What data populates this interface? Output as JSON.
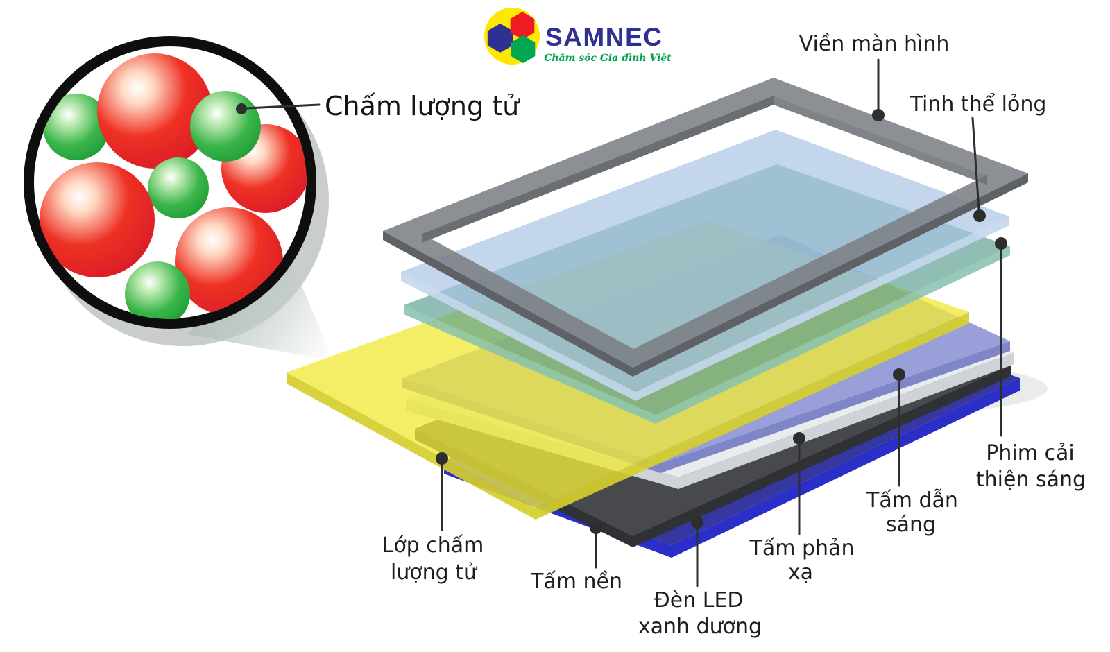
{
  "logo": {
    "brand": "SAMNEC",
    "tagline": "Chăm sóc Gia đình Việt",
    "brand_color": "#2e3192",
    "tagline_color": "#00a14b",
    "badge_circle": "#ffe800",
    "hex_red": "#ed1c24",
    "hex_blue": "#2e3192",
    "hex_green": "#00a651"
  },
  "magnifier": {
    "label": "Chấm lượng tử",
    "ring_color": "#0e0e0e",
    "red": "#ee3124",
    "green": "#3ab54a",
    "red_dot_count": 4,
    "green_dot_count": 4
  },
  "layers": [
    {
      "name": "vien-man-hinh",
      "label_lines": [
        "Viền màn hình"
      ],
      "top": "#7c7f84",
      "side": "#5e6165",
      "wall": "#6a6d72"
    },
    {
      "name": "tinh-the-long",
      "label_lines": [
        "Tinh thể lỏng"
      ],
      "top": "#a6c2e3",
      "side": "#c4d7ee"
    },
    {
      "name": "phim-cai-thien-sang",
      "label_lines": [
        "Phim cải",
        "thiện sáng"
      ],
      "top": "#5d9f90",
      "side": "#85c1af"
    },
    {
      "name": "lop-cham-luong-tu",
      "label_lines": [
        "Lớp chấm",
        "lượng tử"
      ],
      "top": "#efe93a",
      "side": "#d5ce2e"
    },
    {
      "name": "tam-dan-sang",
      "label_lines": [
        "Tấm dẫn",
        "sáng"
      ],
      "top": "#989fd9",
      "side": "#7f86c8"
    },
    {
      "name": "tam-phan-xa",
      "label_lines": [
        "Tấm phản",
        "xạ"
      ],
      "top": "#e9eced",
      "side": "#ced3d8"
    },
    {
      "name": "tam-nen",
      "label_lines": [
        "Tấm nền"
      ],
      "top": "#47494d",
      "side": "#2f3135"
    },
    {
      "name": "den-led-xanh-duong",
      "label_lines": [
        "Đèn LED",
        "xanh dương"
      ],
      "top": "#34389f",
      "side": "#2b2fc7"
    }
  ]
}
